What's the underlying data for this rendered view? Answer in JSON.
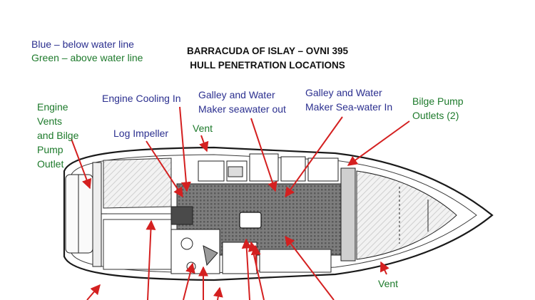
{
  "legend": {
    "below": "Blue – below water line",
    "above": "Green – above water line"
  },
  "title": {
    "line1": "BARRACUDA OF ISLAY – OVNI 395",
    "line2": "HULL PENETRATION LOCATIONS"
  },
  "labels": {
    "engine_vents": [
      "Engine",
      "Vents",
      "and Bilge",
      "Pump",
      "Outlet"
    ],
    "engine_cooling_in": "Engine Cooling In",
    "galley_out": [
      "Galley and Water",
      "Maker seawater out"
    ],
    "galley_in": [
      "Galley and Water",
      "Maker Sea-water In"
    ],
    "bilge_pump": [
      "Bilge Pump",
      "Outlets (2)"
    ],
    "log_impeller": "Log Impeller",
    "vent_top": "Vent",
    "vent_bottom": "Vent"
  },
  "colors": {
    "blue": "#2b2f8f",
    "green": "#1d7a2b",
    "arrow": "#d42020"
  }
}
